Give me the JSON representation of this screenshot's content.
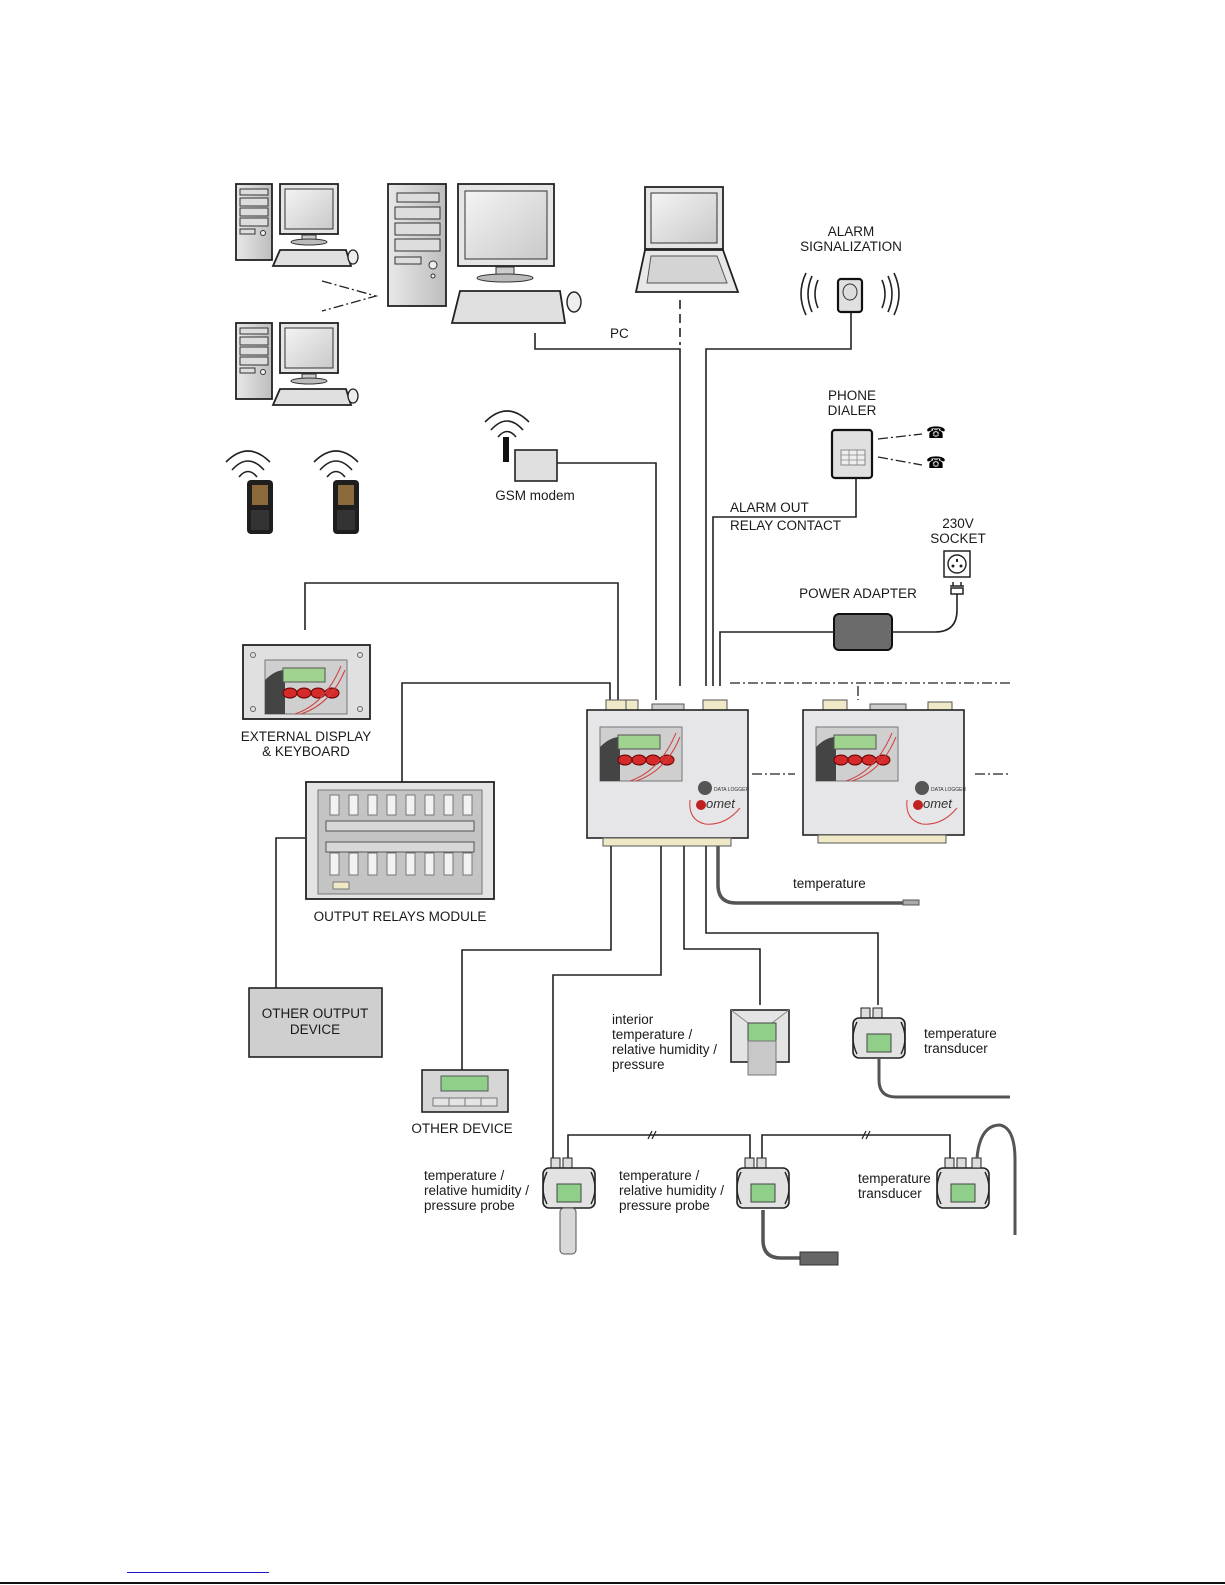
{
  "labels": {
    "pc": "PC",
    "alarm_signalization": [
      "ALARM",
      "SIGNALIZATION"
    ],
    "phone_dialer": [
      "PHONE",
      "DIALER"
    ],
    "gsm_modem": "GSM modem",
    "alarm_out": [
      "ALARM OUT",
      "RELAY CONTACT"
    ],
    "socket": [
      "230V",
      "SOCKET"
    ],
    "power_adapter": "POWER ADAPTER",
    "external_display": [
      "EXTERNAL DISPLAY",
      "& KEYBOARD"
    ],
    "output_relays": "OUTPUT RELAYS MODULE",
    "other_output_device": [
      "OTHER OUTPUT",
      "DEVICE"
    ],
    "other_device": "OTHER DEVICE",
    "temperature": "temperature",
    "interior": [
      "interior",
      "temperature /",
      "relative humidity /",
      "pressure"
    ],
    "temp_transducer_1": [
      "temperature",
      "transducer"
    ],
    "probe_1": [
      "temperature /",
      "relative humidity /",
      "pressure probe"
    ],
    "probe_2": [
      "temperature /",
      "relative humidity /",
      "pressure probe"
    ],
    "temp_transducer_2": [
      "temperature",
      "transducer"
    ],
    "logger_brand": "omet",
    "logger_badge": "DATA LOGGER"
  },
  "colors": {
    "device_body": "#e6e6e8",
    "lcd_green": "#8fcf8a",
    "button_red": "#d42a2a",
    "connector_beige": "#efe9c8",
    "adapter_gray": "#6b6b6b",
    "other_output_fill": "#cfcfcf",
    "footer_link": "#1a1acc"
  }
}
